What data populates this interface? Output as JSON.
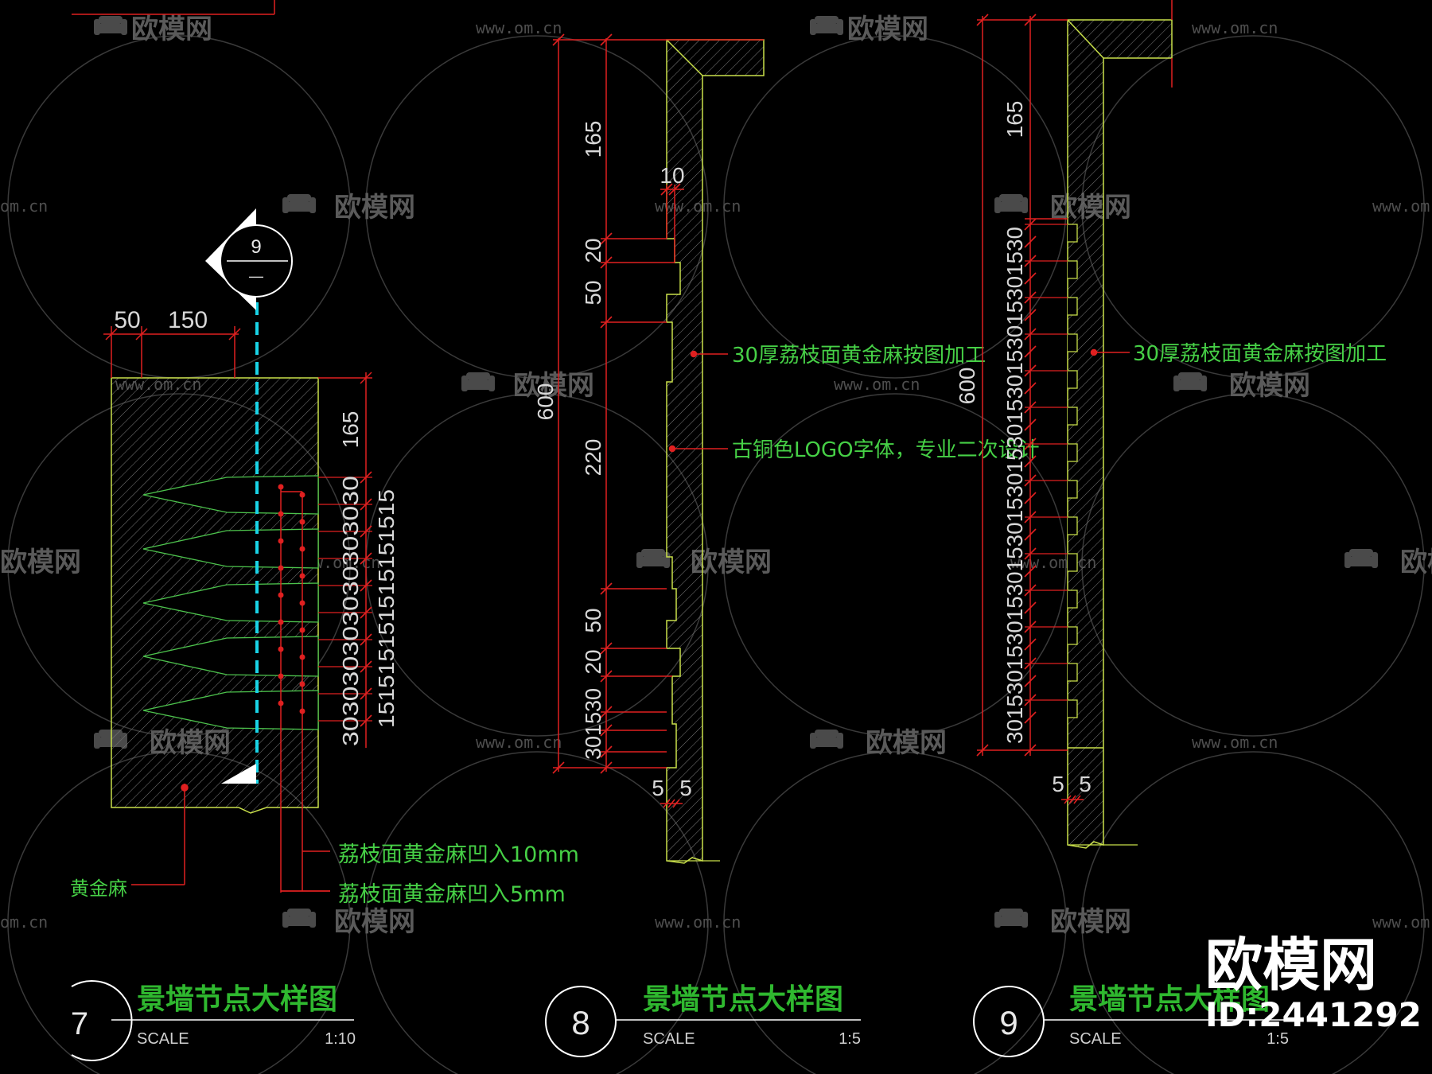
{
  "colors": {
    "background": "#000000",
    "stone_outline": "#c9e04a",
    "hatch": "#8a8a8a",
    "dimension_line": "#e02020",
    "note_text": "#46d046",
    "title_text": "#2fb82f",
    "centerline": "#19d3e6"
  },
  "detail7": {
    "section_marker_number": "9",
    "section_marker_sub": "—",
    "top_dims": [
      "50",
      "150"
    ],
    "right_dim_165": "165",
    "right_col1": "303030303030303030",
    "right_col2": "151515151515151515",
    "note_10mm": "荔枝面黄金麻凹入10mm",
    "note_5mm": "荔枝面黄金麻凹入5mm",
    "note_material": "黄金麻",
    "title": "景墙节点大样图",
    "number": "7",
    "scale_label": "SCALE",
    "scale_value": "1:10"
  },
  "detail8": {
    "dim_600": "600",
    "dim_165": "165",
    "dim_10": "10",
    "dim_20a": "20",
    "dim_50a": "50",
    "dim_220": "220",
    "dim_50b": "50",
    "dim_20b": "20",
    "dim_bottom": "301530",
    "dim_5a": "5",
    "dim_5b": "5",
    "note_stone": "30厚荔枝面黄金麻按图加工",
    "note_logo": "古铜色LOGO字体，专业二次设计",
    "title": "景墙节点大样图",
    "number": "8",
    "scale_label": "SCALE",
    "scale_value": "1:5"
  },
  "detail9": {
    "dim_600": "600",
    "dim_165": "165",
    "dim_col": "301530153015301530153015301530153015301530",
    "dim_5a": "5",
    "dim_5b": "5",
    "note_stone": "30厚荔枝面黄金麻按图加工",
    "title": "景墙节点大样图",
    "number": "9",
    "scale_label": "SCALE",
    "scale_value": "1:5"
  },
  "watermark": {
    "brand": "欧模网",
    "url": "www.om.cn",
    "url_cut": "om.cn",
    "brand_cut": "欧模网"
  },
  "brand_badge": {
    "name": "欧模网",
    "id": "ID:2441292"
  }
}
